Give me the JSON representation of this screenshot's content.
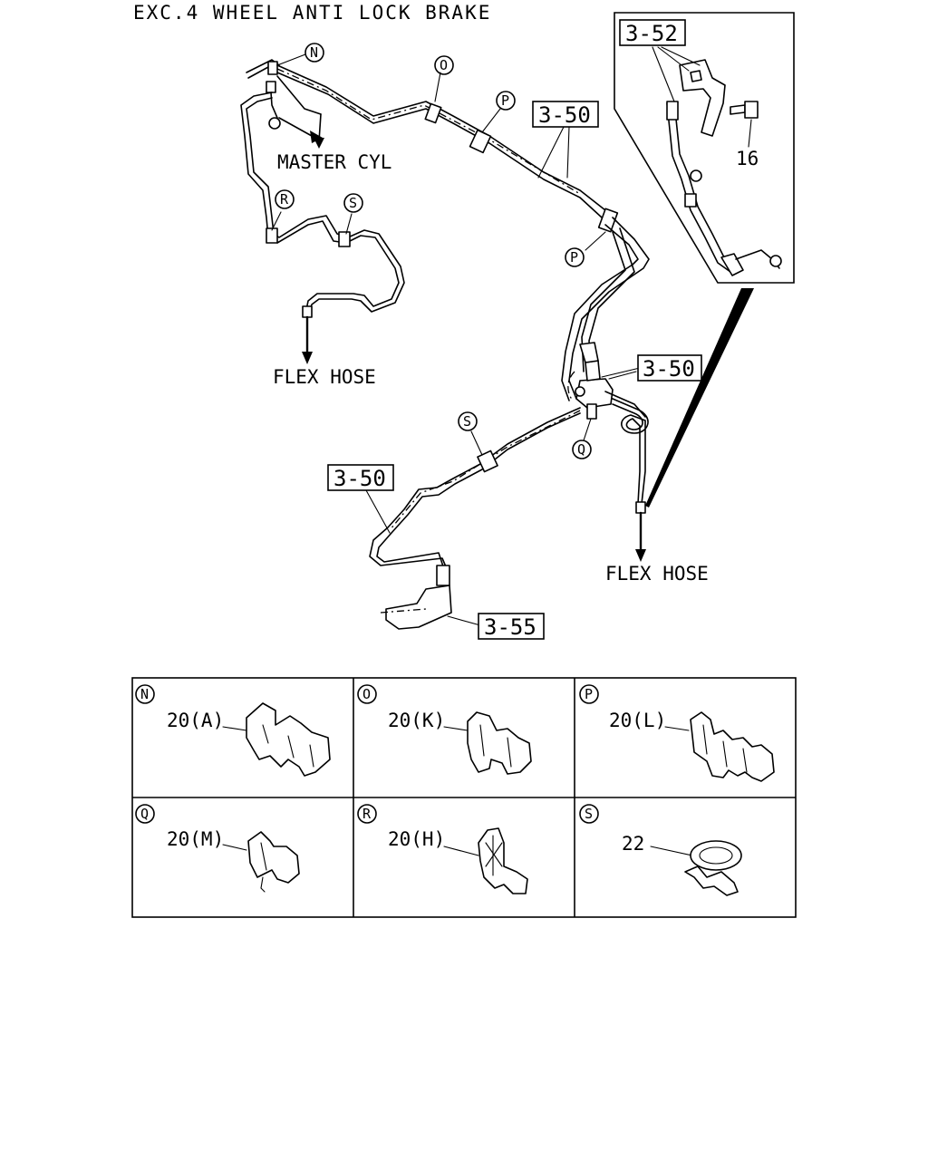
{
  "title": "EXC.4 WHEEL ANTI LOCK BRAKE",
  "labels": {
    "master_cyl": "MASTER CYL",
    "flex_hose_left": "FLEX HOSE",
    "flex_hose_right": "FLEX HOSE"
  },
  "ref_boxes": {
    "box_3_52": "3-52",
    "box_3_50_top": "3-50",
    "box_3_50_mid": "3-50",
    "box_3_50_left": "3-50",
    "box_3_55": "3-55"
  },
  "part_numbers": {
    "bolt": "16"
  },
  "callouts": {
    "N": "N",
    "O": "O",
    "P_top": "P",
    "P_mid": "P",
    "R": "R",
    "S_top": "S",
    "S_low": "S",
    "Q": "Q"
  },
  "clip_table": [
    {
      "letter": "N",
      "part": "20(A)"
    },
    {
      "letter": "O",
      "part": "20(K)"
    },
    {
      "letter": "P",
      "part": "20(L)"
    },
    {
      "letter": "Q",
      "part": "20(M)"
    },
    {
      "letter": "R",
      "part": "20(H)"
    },
    {
      "letter": "S",
      "part": "22"
    }
  ]
}
